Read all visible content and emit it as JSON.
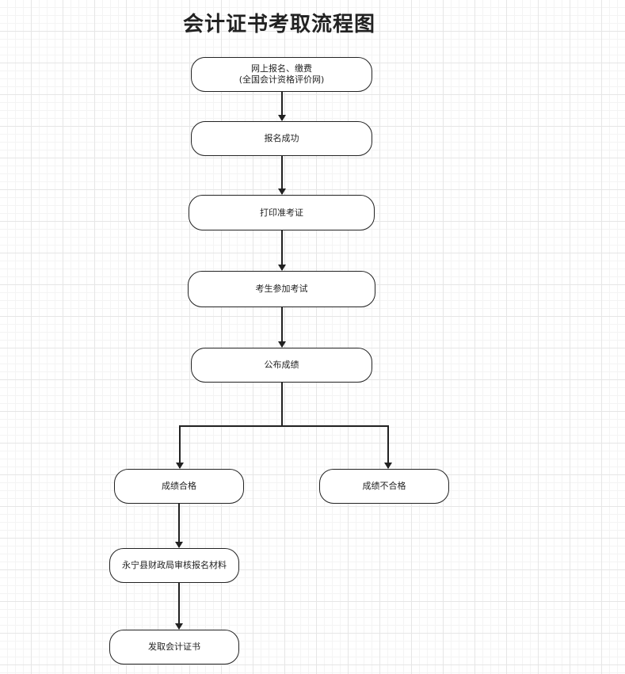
{
  "title": "会计证书考取流程图",
  "nodes": {
    "register": {
      "line1": "网上报名、缴费",
      "line2": "(全国会计资格评价网)"
    },
    "success": {
      "label": "报名成功"
    },
    "print": {
      "label": "打印准考证"
    },
    "exam": {
      "label": "考生参加考试"
    },
    "results": {
      "label": "公布成绩"
    },
    "pass": {
      "label": "成绩合格"
    },
    "fail": {
      "label": "成绩不合格"
    },
    "review": {
      "label": "永宁县财政局审核报名材料"
    },
    "certificate": {
      "label": "发取会计证书"
    }
  }
}
